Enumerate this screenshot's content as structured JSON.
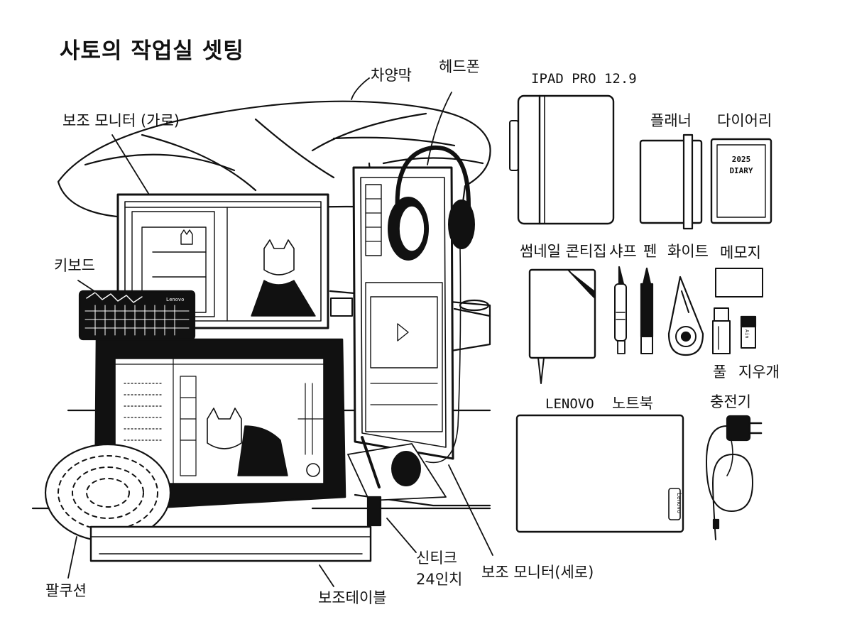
{
  "title": "사토의 작업실 셋팅",
  "labels": {
    "sunshade": "차양막",
    "headphones": "헤드폰",
    "sub_monitor_landscape": "보조 모니터 (가로)",
    "keyboard": "키보드",
    "cintiq": "신티크",
    "cintiq_size": "24인치",
    "sub_monitor_portrait": "보조 모니터(세로)",
    "wrist_cushion": "팔쿠션",
    "side_table": "보조테이블",
    "ipad": "IPAD PRO 12.9",
    "planner": "플래너",
    "diary": "다이어리",
    "thumbnail_storyboard": "썸네일 콘티집",
    "mech_pencil": "샤프",
    "pen": "펜",
    "correction_tape": "화이트",
    "memo_pad": "메모지",
    "glue": "풀",
    "eraser": "지우개",
    "laptop_brand": "LENOVO",
    "laptop": "노트북",
    "charger": "충전기"
  },
  "diary_cover": {
    "line1": "2025",
    "line2": "DIARY"
  },
  "keyboard_brand": "Lenovo",
  "laptop_badge": "Lenovo",
  "eraser_mark": "Ain"
}
